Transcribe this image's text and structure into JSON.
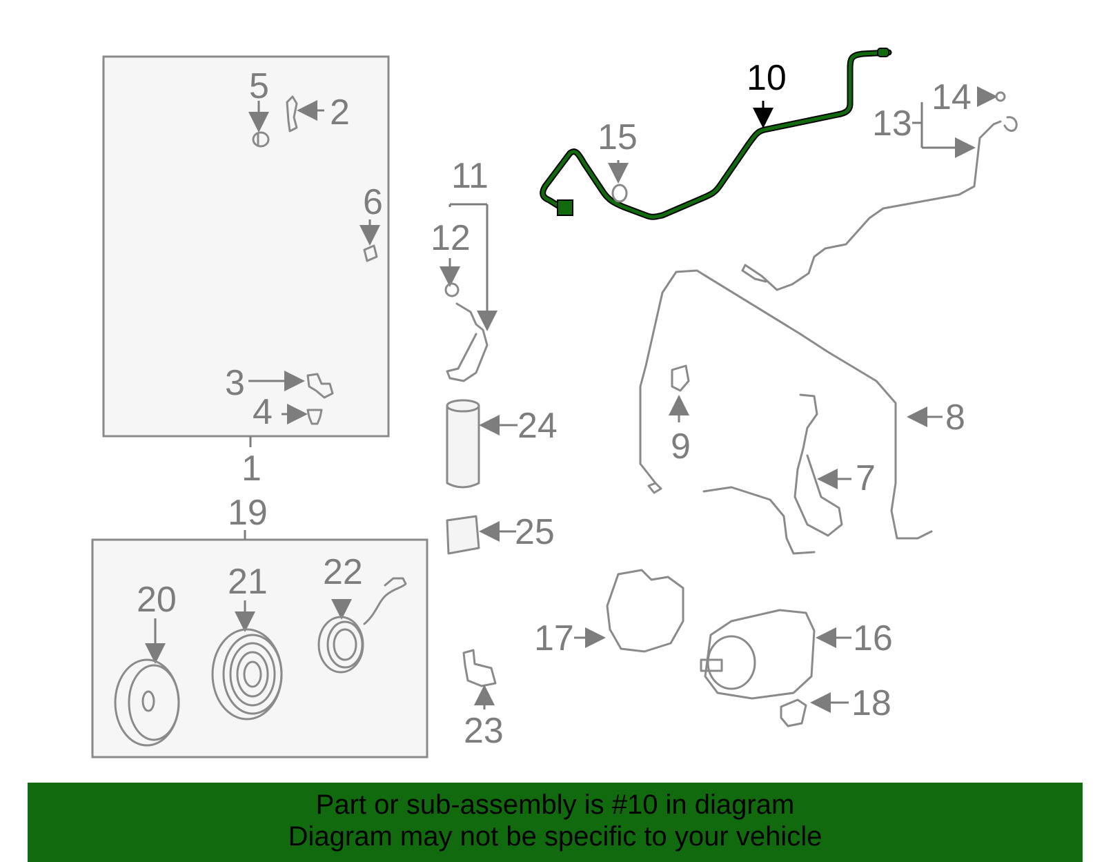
{
  "callouts": {
    "c1": "1",
    "c2": "2",
    "c3": "3",
    "c4": "4",
    "c5": "5",
    "c6": "6",
    "c7": "7",
    "c8": "8",
    "c9": "9",
    "c10": "10",
    "c11": "11",
    "c12": "12",
    "c13": "13",
    "c14": "14",
    "c15": "15",
    "c16": "16",
    "c17": "17",
    "c18": "18",
    "c19": "19",
    "c20": "20",
    "c21": "21",
    "c22": "22",
    "c23": "23",
    "c24": "24",
    "c25": "25"
  },
  "highlighted_part": "10",
  "colors": {
    "highlight": "#116b0e",
    "part_line": "#8a8a8a",
    "label": "#7d7d7d",
    "banner_bg": "#116b0e"
  },
  "banner": {
    "line1": "Part or sub-assembly is #10 in diagram",
    "line2": "Diagram may not be specific to your vehicle"
  }
}
